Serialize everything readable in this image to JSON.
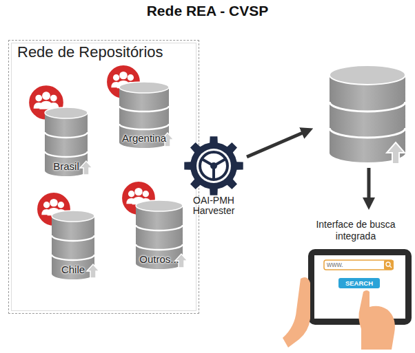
{
  "diagram": {
    "title": "Rede REA - CVSP",
    "nodes": [
      {
        "text": [
          "Rede de Repositórios"
        ]
      },
      {
        "text": [
          "Brasil"
        ],
        "in": 0
      },
      {
        "text": [
          "Argentina"
        ],
        "in": 0
      },
      {
        "text": [
          "Chile"
        ],
        "in": 0
      },
      {
        "text": [
          "Outros..."
        ],
        "in": 0
      },
      {
        "text": [
          "OAI-PMH Harvester"
        ]
      },
      {
        "text": [
          "Interface de busca integrada"
        ]
      }
    ],
    "labels": [
      "www.",
      "SEARCH"
    ]
  }
}
